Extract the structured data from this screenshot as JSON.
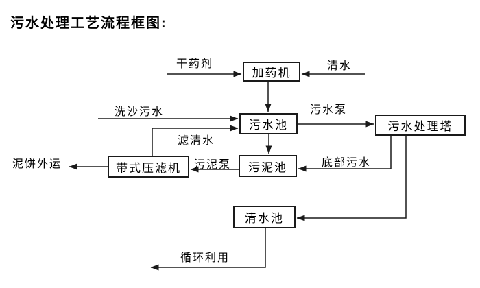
{
  "title": "污水处理工艺流程框图:",
  "diagram": {
    "nodes": [
      {
        "id": "dosing-machine",
        "label": "加药机"
      },
      {
        "id": "sewage-pool",
        "label": "污水池"
      },
      {
        "id": "treatment-tower",
        "label": "污水处理塔"
      },
      {
        "id": "sludge-pool",
        "label": "污泥池"
      },
      {
        "id": "belt-filter-press",
        "label": "带式压滤机"
      },
      {
        "id": "clean-water-pool",
        "label": "清水池"
      }
    ],
    "flow_labels": [
      {
        "id": "dry-agent",
        "text": "干药剂"
      },
      {
        "id": "clean-water",
        "text": "清水"
      },
      {
        "id": "sand-washing-sewage",
        "text": "洗沙污水"
      },
      {
        "id": "sewage-pump",
        "text": "污水泵"
      },
      {
        "id": "filtered-water",
        "text": "滤清水"
      },
      {
        "id": "bottom-sewage",
        "text": "底部污水"
      },
      {
        "id": "sludge-pump",
        "text": "污泥泵"
      },
      {
        "id": "mud-cake-out",
        "text": "泥饼外运"
      },
      {
        "id": "recycle",
        "text": "循环利用"
      }
    ],
    "colors": {
      "line": "#1a1a1a",
      "box_border": "#1a1a1a",
      "box_fill": "#ffffff",
      "text": "#000000",
      "background": "#ffffff"
    }
  }
}
